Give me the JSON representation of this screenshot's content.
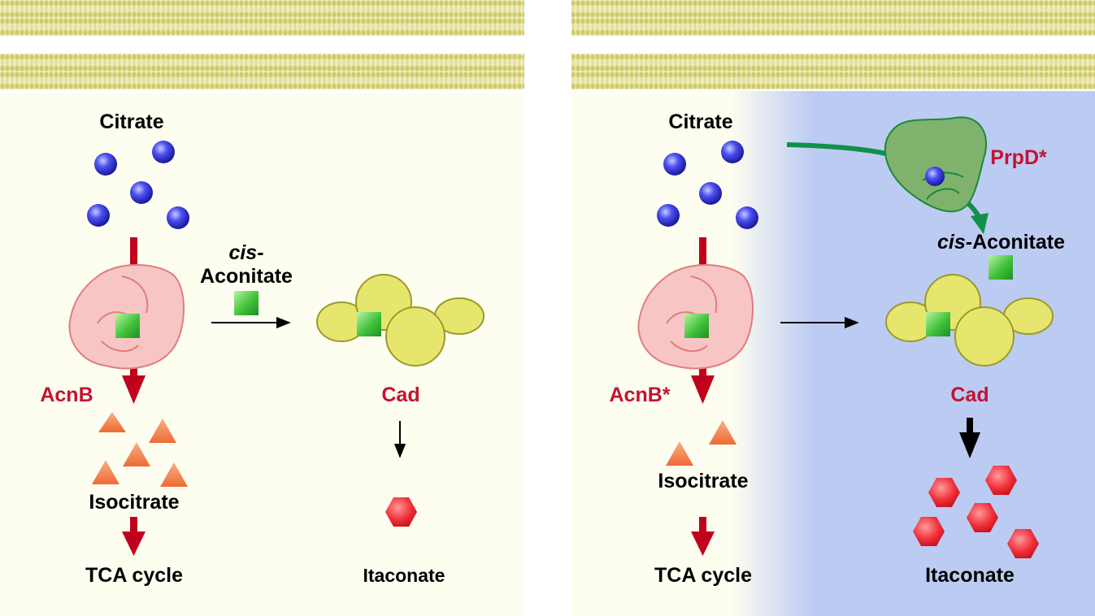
{
  "colors": {
    "cytoplasm": "#fdfdf0",
    "membrane": "#d6d27a",
    "membrane_line": "#b8b24e",
    "blue_zone": "#bccbf2",
    "enzyme_red": "#f7c6c4",
    "enzyme_red_stroke": "#e07d7d",
    "enzyme_green": "#7fb26d",
    "enzyme_green_stroke": "#1a8a3a",
    "cad_fill": "#e6e66f",
    "cad_stroke": "#9a9a2a",
    "arrow_red": "#c0001c",
    "label_red": "#c41230",
    "green_arrow": "#12904a"
  },
  "left_panel": {
    "citrate_label": "Citrate",
    "cis_label_italic": "cis-",
    "cis_label_rest": "Aconitate",
    "enzyme_label": "AcnB",
    "cad_label": "Cad",
    "isocitrate_label": "Isocitrate",
    "tca_label": "TCA cycle",
    "itaconate_label": "Itaconate"
  },
  "right_panel": {
    "citrate_label": "Citrate",
    "prpd_label": "PrpD*",
    "cis_label_italic": "cis-",
    "cis_label_rest": "Aconitate",
    "enzyme_label": "AcnB*",
    "cad_label": "Cad",
    "isocitrate_label": "Isocitrate",
    "tca_label": "TCA cycle",
    "itaconate_label": "Itaconate"
  },
  "icons": {
    "citrate": "blue-sphere-icon",
    "cis_aconitate": "green-square-icon",
    "isocitrate": "orange-triangle-icon",
    "itaconate": "red-hexagon-icon",
    "acnb": "pink-enzyme-icon",
    "prpd": "green-enzyme-icon",
    "cad": "yellow-enzyme-icon"
  }
}
